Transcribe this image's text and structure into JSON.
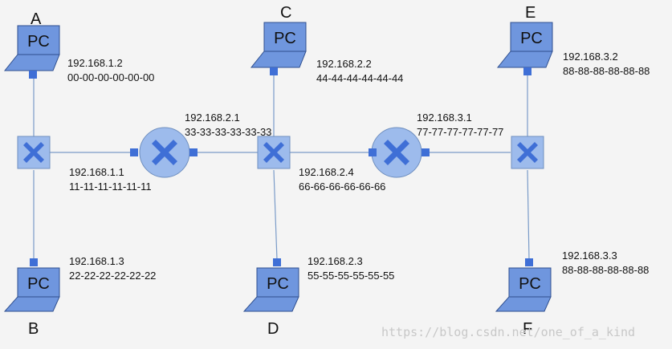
{
  "hosts": {
    "A": {
      "letter": "A",
      "pc": "PC",
      "ip": "192.168.1.2",
      "mac": "00-00-00-00-00-00"
    },
    "B": {
      "letter": "B",
      "pc": "PC",
      "ip": "192.168.1.3",
      "mac": "22-22-22-22-22-22"
    },
    "C": {
      "letter": "C",
      "pc": "PC",
      "ip": "192.168.2.2",
      "mac": "44-44-44-44-44-44"
    },
    "D": {
      "letter": "D",
      "pc": "PC",
      "ip": "192.168.2.3",
      "mac": "55-55-55-55-55-55"
    },
    "E": {
      "letter": "E",
      "pc": "PC",
      "ip": "192.168.3.2",
      "mac": "88-88-88-88-88-88"
    },
    "F": {
      "letter": "F",
      "pc": "PC",
      "ip": "192.168.3.3",
      "mac": "88-88-88-88-88-88"
    }
  },
  "router1": {
    "left": {
      "ip": "192.168.1.1",
      "mac": "11-11-11-11-11-11"
    },
    "right": {
      "ip": "192.168.2.1",
      "mac": "33-33-33-33-33-33"
    }
  },
  "router2": {
    "left": {
      "ip": "192.168.2.4",
      "mac": "66-66-66-66-66-66"
    },
    "right": {
      "ip": "192.168.3.1",
      "mac": "77-77-77-77-77-77"
    }
  },
  "watermark": "https://blog.csdn.net/one_of_a_kind",
  "colors": {
    "device_fill": "#6f96de",
    "device_stroke": "#2f4f8f",
    "switch_fill": "#9dbbec",
    "router_fill": "#9dbbec",
    "cross_fill": "#3f6fd6",
    "link": "#7a9bc8",
    "background": "#f4f4f4"
  }
}
